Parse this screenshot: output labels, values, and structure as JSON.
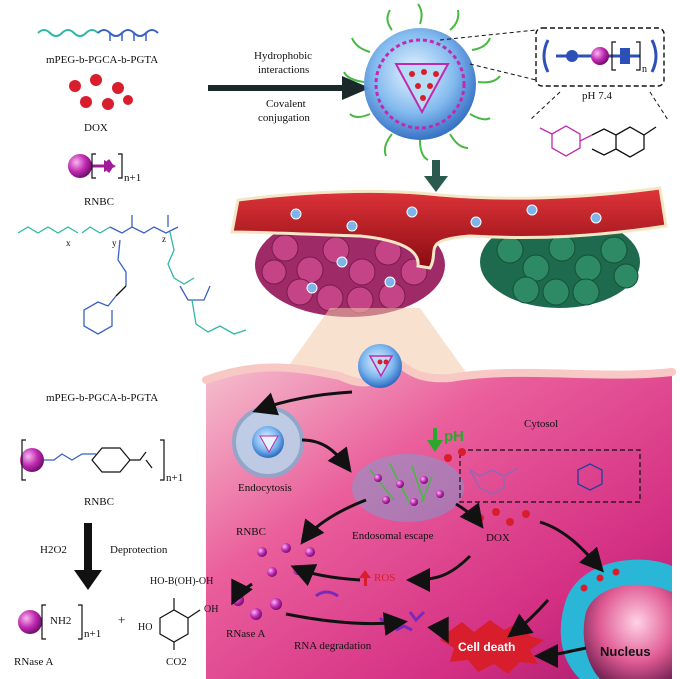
{
  "left_panel": {
    "polymer_name_top": "mPEG-b-PGCA-b-PGTA",
    "dox_label": "DOX",
    "rnbc_repeat_label": "n+1",
    "rnbc_label_top": "RNBC",
    "chain_x": "x",
    "chain_y": "y",
    "chain_z": "z",
    "polymer_name_mid": "mPEG-b-PGCA-b-PGTA",
    "rnbc_structure_n": "n+1",
    "rnbc_label_mid": "RNBC",
    "h2o2_label": "H2O2",
    "deprotection_label": "Deprotection",
    "nh2_label": "NH2",
    "product_n": "n+1",
    "plus_sign": "+",
    "rnase_label_left": "RNase A",
    "boric_acid": "HO-B(OH)-OH",
    "co2_label": "CO2",
    "byproduct_ho": "HO",
    "byproduct_oh": "OH"
  },
  "top_middle": {
    "hydrophobic": "Hydrophobic",
    "interactions": "interactions",
    "covalent": "Covalent",
    "conjugation": "conjugation"
  },
  "inset": {
    "n_label": "n",
    "ph_label": "pH 7.4"
  },
  "cell": {
    "cytosol": "Cytosol",
    "ph": "pH",
    "endocytosis": "Endocytosis",
    "endosomal_escape": "Endosomal escape",
    "rnbc": "RNBC",
    "dox": "DOX",
    "ros": "ROS",
    "rnase_a": "RNase A",
    "rna_degradation": "RNA degradation",
    "cell_death": "Cell death",
    "nucleus": "Nucleus"
  },
  "colors": {
    "peg": "#2fb8a4",
    "dox": "#d81e2c",
    "rnbc": "#a11a9a",
    "vessel": "#b8141e",
    "cytoplasm": "#e0428f",
    "nucleus": "#2ab6d6"
  }
}
